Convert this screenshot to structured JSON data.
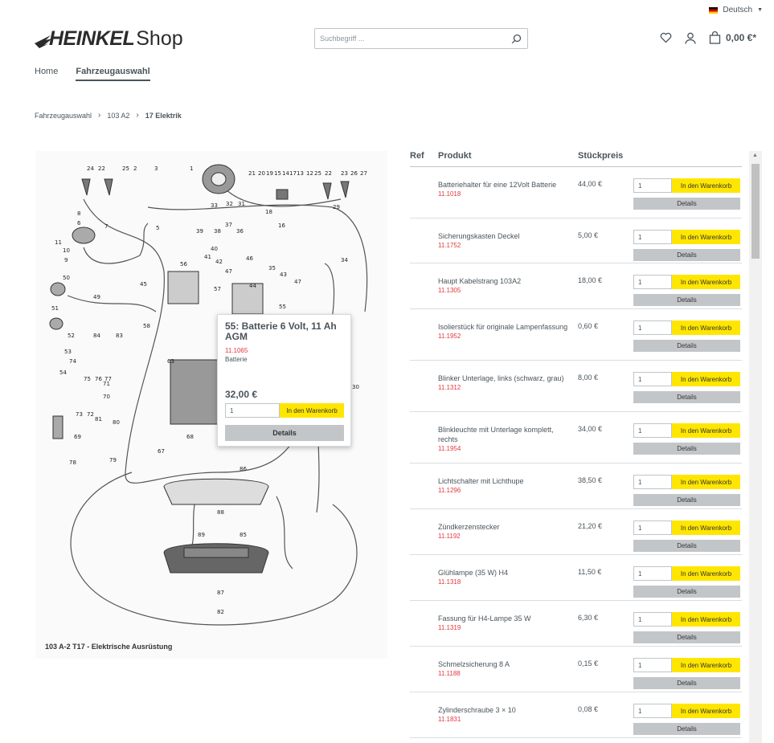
{
  "topbar": {
    "language": "Deutsch"
  },
  "header": {
    "logo_brand": "HEINKEL",
    "logo_shop": "Shop",
    "search_placeholder": "Suchbegriff ...",
    "cart_total": "0,00 €*"
  },
  "nav": {
    "items": [
      "Home",
      "Fahrzeugauswahl"
    ],
    "active": "Fahrzeugauswahl"
  },
  "breadcrumb": [
    "Fahrzeugauswahl",
    "103 A2",
    "17 Elektrik"
  ],
  "diagram": {
    "caption": "103 A-2 T17 - Elektrische Ausrüstung",
    "labels": [
      "24",
      "22",
      "25",
      "2",
      "3",
      "1",
      "21",
      "20",
      "19",
      "15",
      "14",
      "17",
      "13",
      "12",
      "25",
      "22",
      "23",
      "26",
      "27",
      "8",
      "6",
      "7",
      "33",
      "32",
      "31",
      "18",
      "16",
      "29",
      "11",
      "10",
      "9",
      "5",
      "39",
      "38",
      "37",
      "36",
      "40",
      "41",
      "42",
      "46",
      "47",
      "43",
      "35",
      "44",
      "56",
      "57",
      "50",
      "51",
      "45",
      "49",
      "34",
      "48",
      "58",
      "55",
      "52",
      "53",
      "54",
      "70",
      "71",
      "73",
      "72",
      "75",
      "76",
      "77",
      "74",
      "84",
      "83",
      "63",
      "80",
      "81",
      "69",
      "78",
      "79",
      "67",
      "68",
      "86",
      "88",
      "89",
      "85",
      "87",
      "82",
      "30"
    ]
  },
  "popup": {
    "title": "55: Batterie 6 Volt, 11 Ah AGM",
    "number": "11.1065",
    "category": "Batterie",
    "price": "32,00 €",
    "qty": "1",
    "buy_label": "In den Warenkorb",
    "details_label": "Details"
  },
  "table": {
    "headers": {
      "ref": "Ref",
      "product": "Produkt",
      "price": "Stückpreis"
    },
    "buy_label": "In den Warenkorb",
    "details_label": "Details",
    "rows": [
      {
        "name": "Batteriehalter für eine 12Volt Batterie",
        "number": "11.1018",
        "price": "44,00 €",
        "qty": "1"
      },
      {
        "name": "Sicherungskasten Deckel",
        "number": "11.1752",
        "price": "5,00 €",
        "qty": "1"
      },
      {
        "name": "Haupt Kabelstrang 103A2",
        "number": "11.1305",
        "price": "18,00 €",
        "qty": "1"
      },
      {
        "name": "Isolierstück für originale Lampenfassung",
        "number": "11.1952",
        "price": "0,60 €",
        "qty": "1"
      },
      {
        "name": "Blinker Unterlage, links (schwarz, grau)",
        "number": "11.1312",
        "price": "8,00 €",
        "qty": "1"
      },
      {
        "name": "Blinkleuchte mit Unterlage komplett, rechts",
        "number": "11.1954",
        "price": "34,00 €",
        "qty": "1"
      },
      {
        "name": "Lichtschalter mit Lichthupe",
        "number": "11.1296",
        "price": "38,50 €",
        "qty": "1"
      },
      {
        "name": "Zündkerzenstecker",
        "number": "11.1192",
        "price": "21,20 €",
        "qty": "1"
      },
      {
        "name": "Glühlampe (35 W) H4",
        "number": "11.1318",
        "price": "11,50 €",
        "qty": "1"
      },
      {
        "name": "Fassung für H4-Lampe 35 W",
        "number": "11.1319",
        "price": "6,30 €",
        "qty": "1"
      },
      {
        "name": "Schmelzsicherung 8 A",
        "number": "11.1188",
        "price": "0,15 €",
        "qty": "1"
      },
      {
        "name": "Zylinderschraube 3 × 10",
        "number": "11.1831",
        "price": "0,08 €",
        "qty": "1"
      }
    ]
  }
}
